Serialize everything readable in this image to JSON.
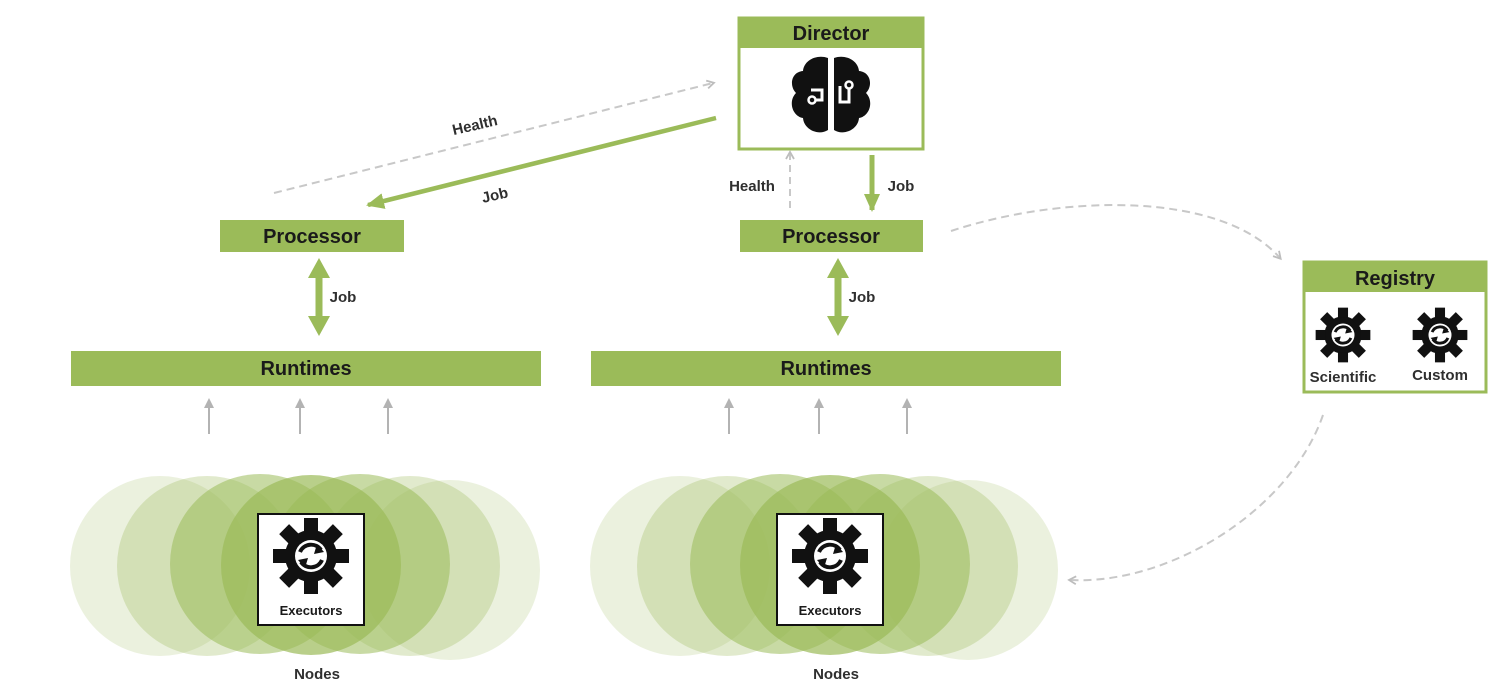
{
  "director": {
    "title": "Director"
  },
  "registry": {
    "title": "Registry",
    "items": [
      "Scientific",
      "Custom"
    ]
  },
  "clusters": [
    {
      "processor": "Processor",
      "runtimes": "Runtimes",
      "executors": "Executors",
      "nodes": "Nodes",
      "processor_runtime_link": "Job"
    },
    {
      "processor": "Processor",
      "runtimes": "Runtimes",
      "executors": "Executors",
      "nodes": "Nodes",
      "processor_runtime_link": "Job"
    }
  ],
  "links": {
    "left_health": "Health",
    "left_job": "Job",
    "right_health": "Health",
    "right_job": "Job"
  },
  "colors": {
    "green": "#9bbb59",
    "arrow_gray": "#bdbdbd",
    "dark": "#111111"
  },
  "icons": [
    "brain-icon",
    "gear-sync-icon"
  ]
}
